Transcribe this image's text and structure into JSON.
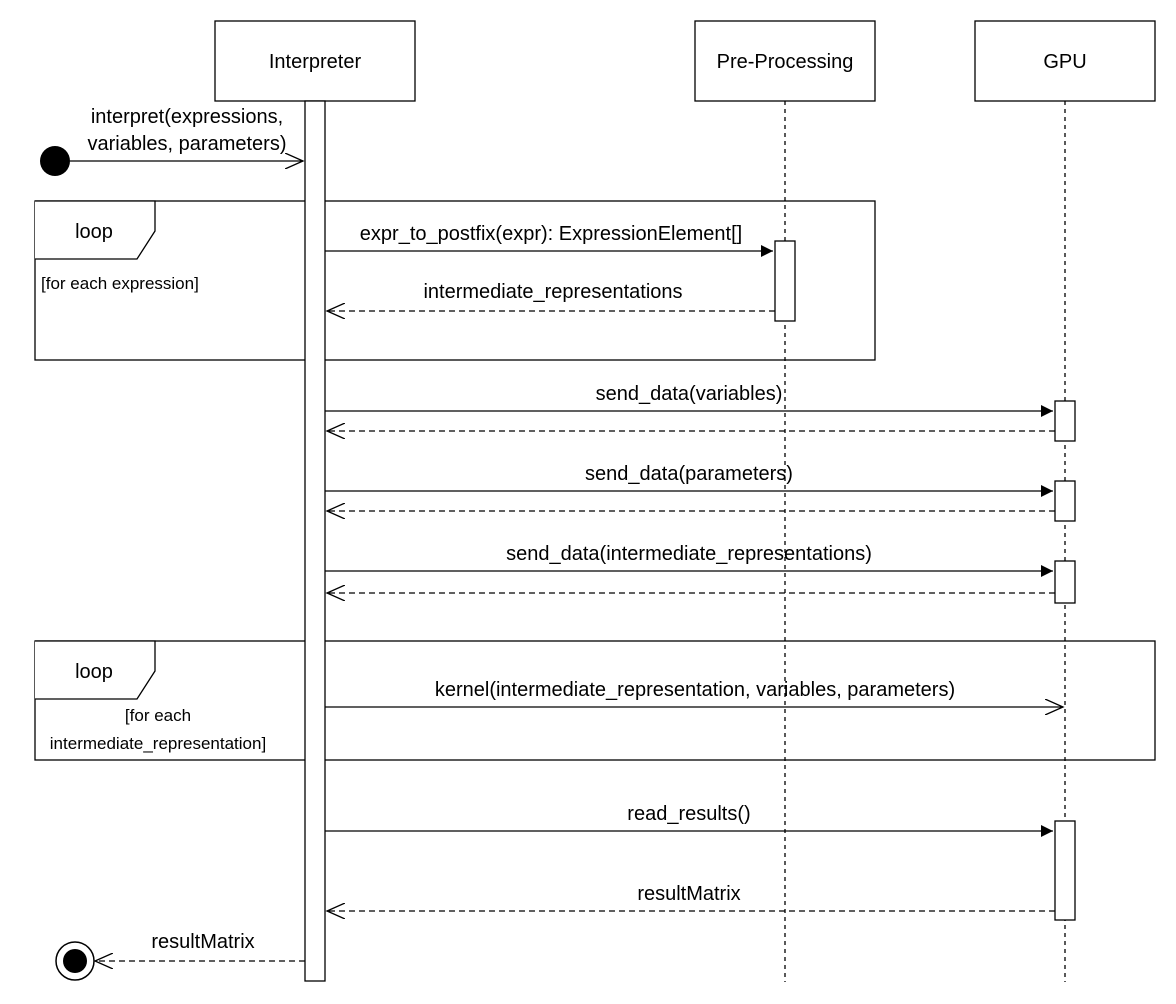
{
  "participants": {
    "interpreter": "Interpreter",
    "preprocessing": "Pre-Processing",
    "gpu": "GPU"
  },
  "messages": {
    "interpret_line1": "interpret(expressions,",
    "interpret_line2": "variables, parameters)",
    "expr_to_postfix": "expr_to_postfix(expr): ExpressionElement[]",
    "intermediate_representations": "intermediate_representations",
    "send_variables": "send_data(variables)",
    "send_parameters": "send_data(parameters)",
    "send_intermediate": "send_data(intermediate_representations)",
    "kernel": "kernel(intermediate_representation, variables, parameters)",
    "read_results": "read_results()",
    "result_matrix_gpu": "resultMatrix",
    "result_matrix_final": "resultMatrix"
  },
  "fragments": {
    "loop1": {
      "keyword": "loop",
      "guard": "[for each expression]"
    },
    "loop2": {
      "keyword": "loop",
      "guard_line1": "[for each",
      "guard_line2": "intermediate_representation]"
    }
  }
}
